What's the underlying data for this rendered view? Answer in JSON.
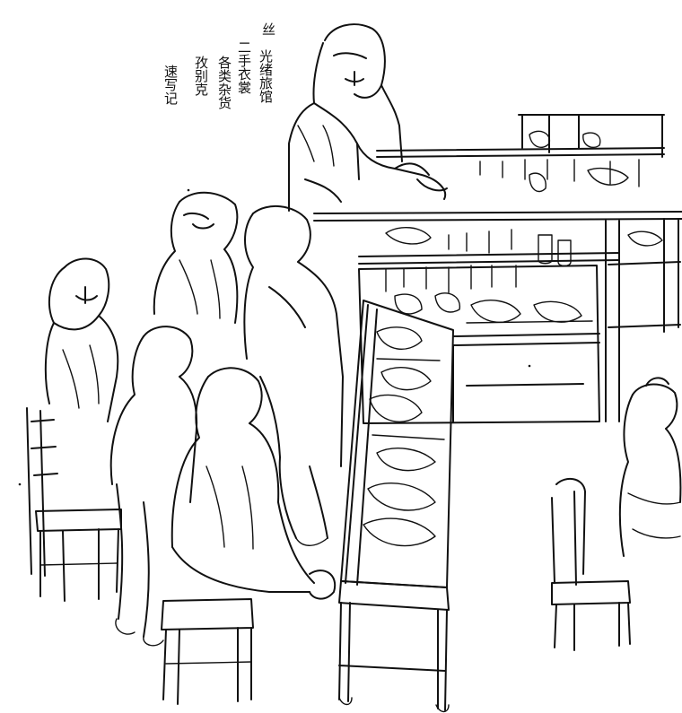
{
  "artwork": {
    "medium": "pen-and-ink sketch",
    "ink_color": "#111111",
    "paper_color": "#ffffff"
  },
  "inscription": {
    "style": "handwritten calligraphy (signature)",
    "columns": [
      "丝",
      "光绪旅馆",
      "二手衣裳",
      "各类杂货",
      "孜别克",
      "速写记"
    ]
  }
}
